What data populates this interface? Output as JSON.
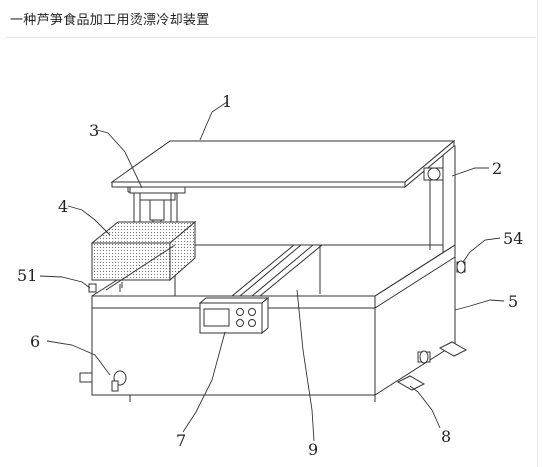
{
  "header": {
    "title": "一种芦笋食品加工用烫漂冷却装置"
  },
  "labels": {
    "l1": "1",
    "l2": "2",
    "l3": "3",
    "l4": "4",
    "l5": "5",
    "l6": "6",
    "l7": "7",
    "l8": "8",
    "l9": "9",
    "l51": "51",
    "l54": "54"
  }
}
